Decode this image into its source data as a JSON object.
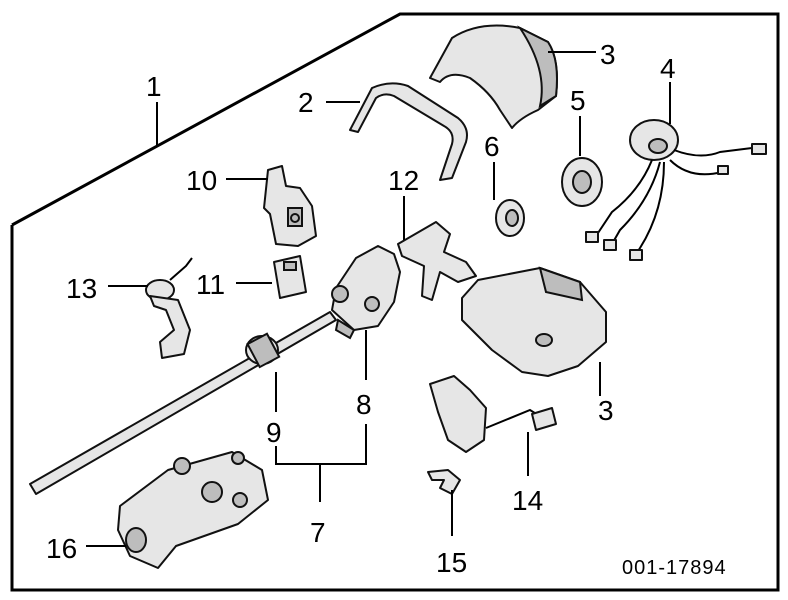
{
  "figure_id": "001-17894",
  "callouts": [
    "1",
    "2",
    "3",
    "4",
    "5",
    "6",
    "7",
    "8",
    "9",
    "10",
    "11",
    "12",
    "13",
    "14",
    "15",
    "16"
  ],
  "colors": {
    "line": "#000000",
    "part_fill": "#e6e6e6",
    "part_shade": "#bdbdbd",
    "background": "#ffffff"
  }
}
